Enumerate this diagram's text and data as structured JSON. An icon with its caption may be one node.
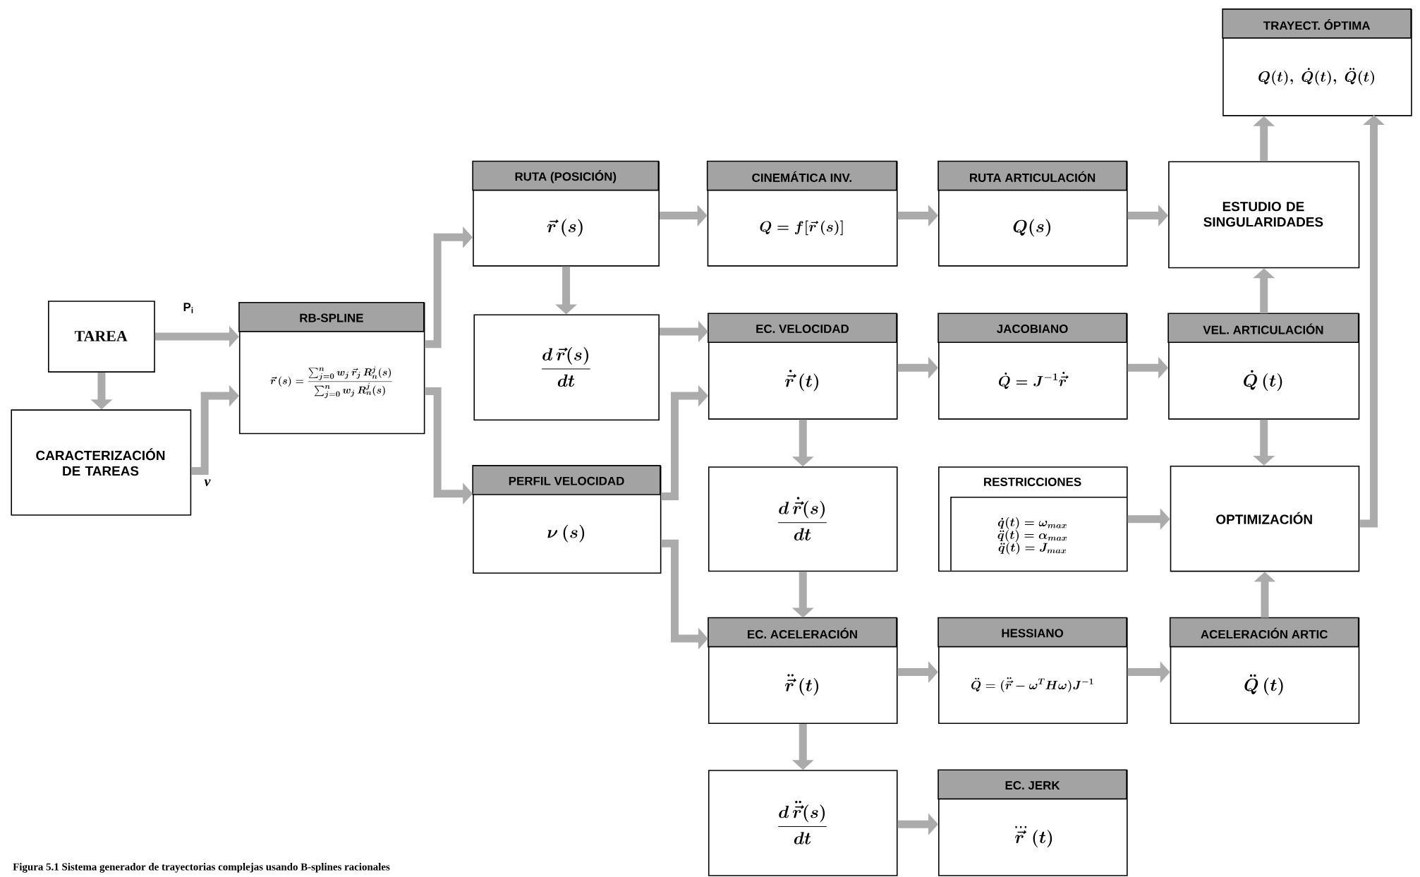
{
  "diagram": {
    "caption": "Figura 5.1 Sistema generador de trayectorias complejas usando B-splines racionales",
    "nodes": [
      {
        "text": [
          "TAREA"
        ]
      },
      {
        "text": [
          "CARACTERIZACIÓN DE TAREAS"
        ]
      },
      {
        "text": [
          "RB-SPLINE",
          "\\vec{r}\\,(s)=\\frac{\\sum_{j=0}^{n} w_j\\,\\vec{r}_j\\,R_n^j(s)}{\\sum_{j=0}^{n} w_j\\,R_n^j(s)}"
        ]
      },
      {
        "text": [
          "RUTA (POSICIÓN)",
          "\\vec{r}\\,(s)"
        ]
      },
      {
        "text": [
          "\\frac{d\\,\\vec{r}(s)}{dt}"
        ]
      },
      {
        "text": [
          "PERFIL VELOCIDAD",
          "\\nu\\,(s)"
        ]
      },
      {
        "text": [
          "CINEMÁTICA INV.",
          "Q = f[\\vec{r}\\,(s)]"
        ]
      },
      {
        "text": [
          "EC. VELOCIDAD",
          "\\dot{\\vec{r}}\\,(t)"
        ]
      },
      {
        "text": [
          "\\frac{d\\,\\dot{\\vec{r}}(s)}{dt}"
        ]
      },
      {
        "text": [
          "EC. ACELERACIÓN",
          "\\ddot{\\vec{r}}\\,(t)"
        ]
      },
      {
        "text": [
          "\\frac{d\\,\\ddot{\\vec{r}}(s)}{dt}"
        ]
      },
      {
        "text": [
          "RUTA ARTICULACIÓN",
          "Q(s)"
        ]
      },
      {
        "text": [
          "JACOBIANO",
          "\\dot{Q} = J^{-1}\\dot{\\vec{r}}"
        ]
      },
      {
        "text": [
          "RESTRICCIONES",
          "\\dot{q}(t)=\\omega_{max}",
          "\\ddot{q}(t)=\\alpha_{max}",
          "\\ddot{q}(t)=J_{max}"
        ]
      },
      {
        "text": [
          "HESSIANO",
          "\\ddot{Q}=(\\ddot{\\vec{r}}-\\omega^{T}H\\omega)J^{-1}"
        ]
      },
      {
        "text": [
          "EC. JERK",
          "\\dddot{\\vec{r}}\\,(t)"
        ]
      },
      {
        "text": [
          "ESTUDIO DE SINGULARIDADES"
        ]
      },
      {
        "text": [
          "VEL. ARTICULACIÓN",
          "\\dot{Q}\\,(t)"
        ]
      },
      {
        "text": [
          "OPTIMIZACIÓN"
        ]
      },
      {
        "text": [
          "ACELERACIÓN ARTIC",
          "\\ddot{Q}\\,(t)"
        ]
      },
      {
        "text": [
          "TRAYECT. ÓPTIMA",
          "Q(t),\\ \\dot{Q}(t),\\ \\ddot{Q}(t)"
        ]
      }
    ],
    "edges": [
      {
        "from": 0,
        "to": 2,
        "arrow": "to",
        "label": "P$_{i}$"
      },
      {
        "from": 0,
        "to": 1,
        "arrow": "to"
      },
      {
        "from": 1,
        "to": 2,
        "arrow": "to",
        "label": "ν"
      },
      {
        "from": 2,
        "to": 3,
        "arrow": "to"
      },
      {
        "from": 2,
        "to": 5,
        "arrow": "to"
      },
      {
        "from": 3,
        "to": 6,
        "arrow": "to"
      },
      {
        "from": 3,
        "to": 4,
        "arrow": "to"
      },
      {
        "from": 4,
        "to": 7,
        "arrow": "to"
      },
      {
        "from": 5,
        "to": 7,
        "arrow": "to"
      },
      {
        "from": 5,
        "to": 9,
        "arrow": "to"
      },
      {
        "from": 6,
        "to": 11,
        "arrow": "to"
      },
      {
        "from": 7,
        "to": 12,
        "arrow": "to"
      },
      {
        "from": 7,
        "to": 8,
        "arrow": "to"
      },
      {
        "from": 8,
        "to": 9,
        "arrow": "to"
      },
      {
        "from": 9,
        "to": 14,
        "arrow": "to"
      },
      {
        "from": 9,
        "to": 10,
        "arrow": "to"
      },
      {
        "from": 10,
        "to": 15,
        "arrow": "to"
      },
      {
        "from": 11,
        "to": 16,
        "arrow": "to"
      },
      {
        "from": 12,
        "to": 17,
        "arrow": "to"
      },
      {
        "from": 13,
        "to": 18,
        "arrow": "to"
      },
      {
        "from": 14,
        "to": 19,
        "arrow": "to"
      },
      {
        "from": 17,
        "to": 16,
        "arrow": "to"
      },
      {
        "from": 17,
        "to": 18,
        "arrow": "to"
      },
      {
        "from": 19,
        "to": 18,
        "arrow": "to"
      },
      {
        "from": 16,
        "to": 20,
        "arrow": "to"
      },
      {
        "from": 18,
        "to": 20,
        "arrow": "to"
      }
    ]
  }
}
